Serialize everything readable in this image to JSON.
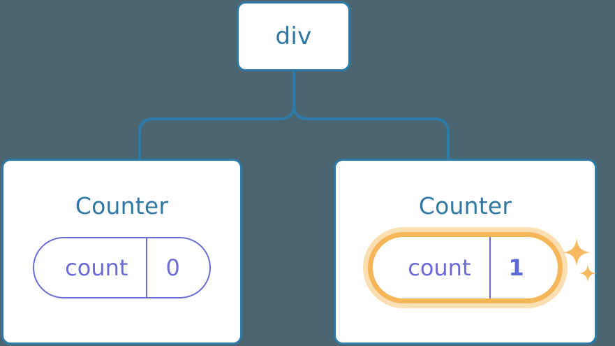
{
  "diagram": {
    "background_color": "#4b6670",
    "node_border_color": "#2e7aa8",
    "node_text_color": "#2e77a3",
    "state_color": "#6b6bd6",
    "highlight_color": "#f5b65a",
    "highlight_glow_color": "#fadfb2",
    "connector_color": "#2e7aa8"
  },
  "root": {
    "label": "div"
  },
  "children": [
    {
      "title": "Counter",
      "state": {
        "key": "count",
        "value": "0"
      },
      "highlighted": false,
      "sparkles": []
    },
    {
      "title": "Counter",
      "state": {
        "key": "count",
        "value": "1"
      },
      "highlighted": true,
      "sparkles": [
        {
          "name": "sparkle-large",
          "glyph": "✦"
        },
        {
          "name": "sparkle-small",
          "glyph": "✦"
        }
      ]
    }
  ]
}
